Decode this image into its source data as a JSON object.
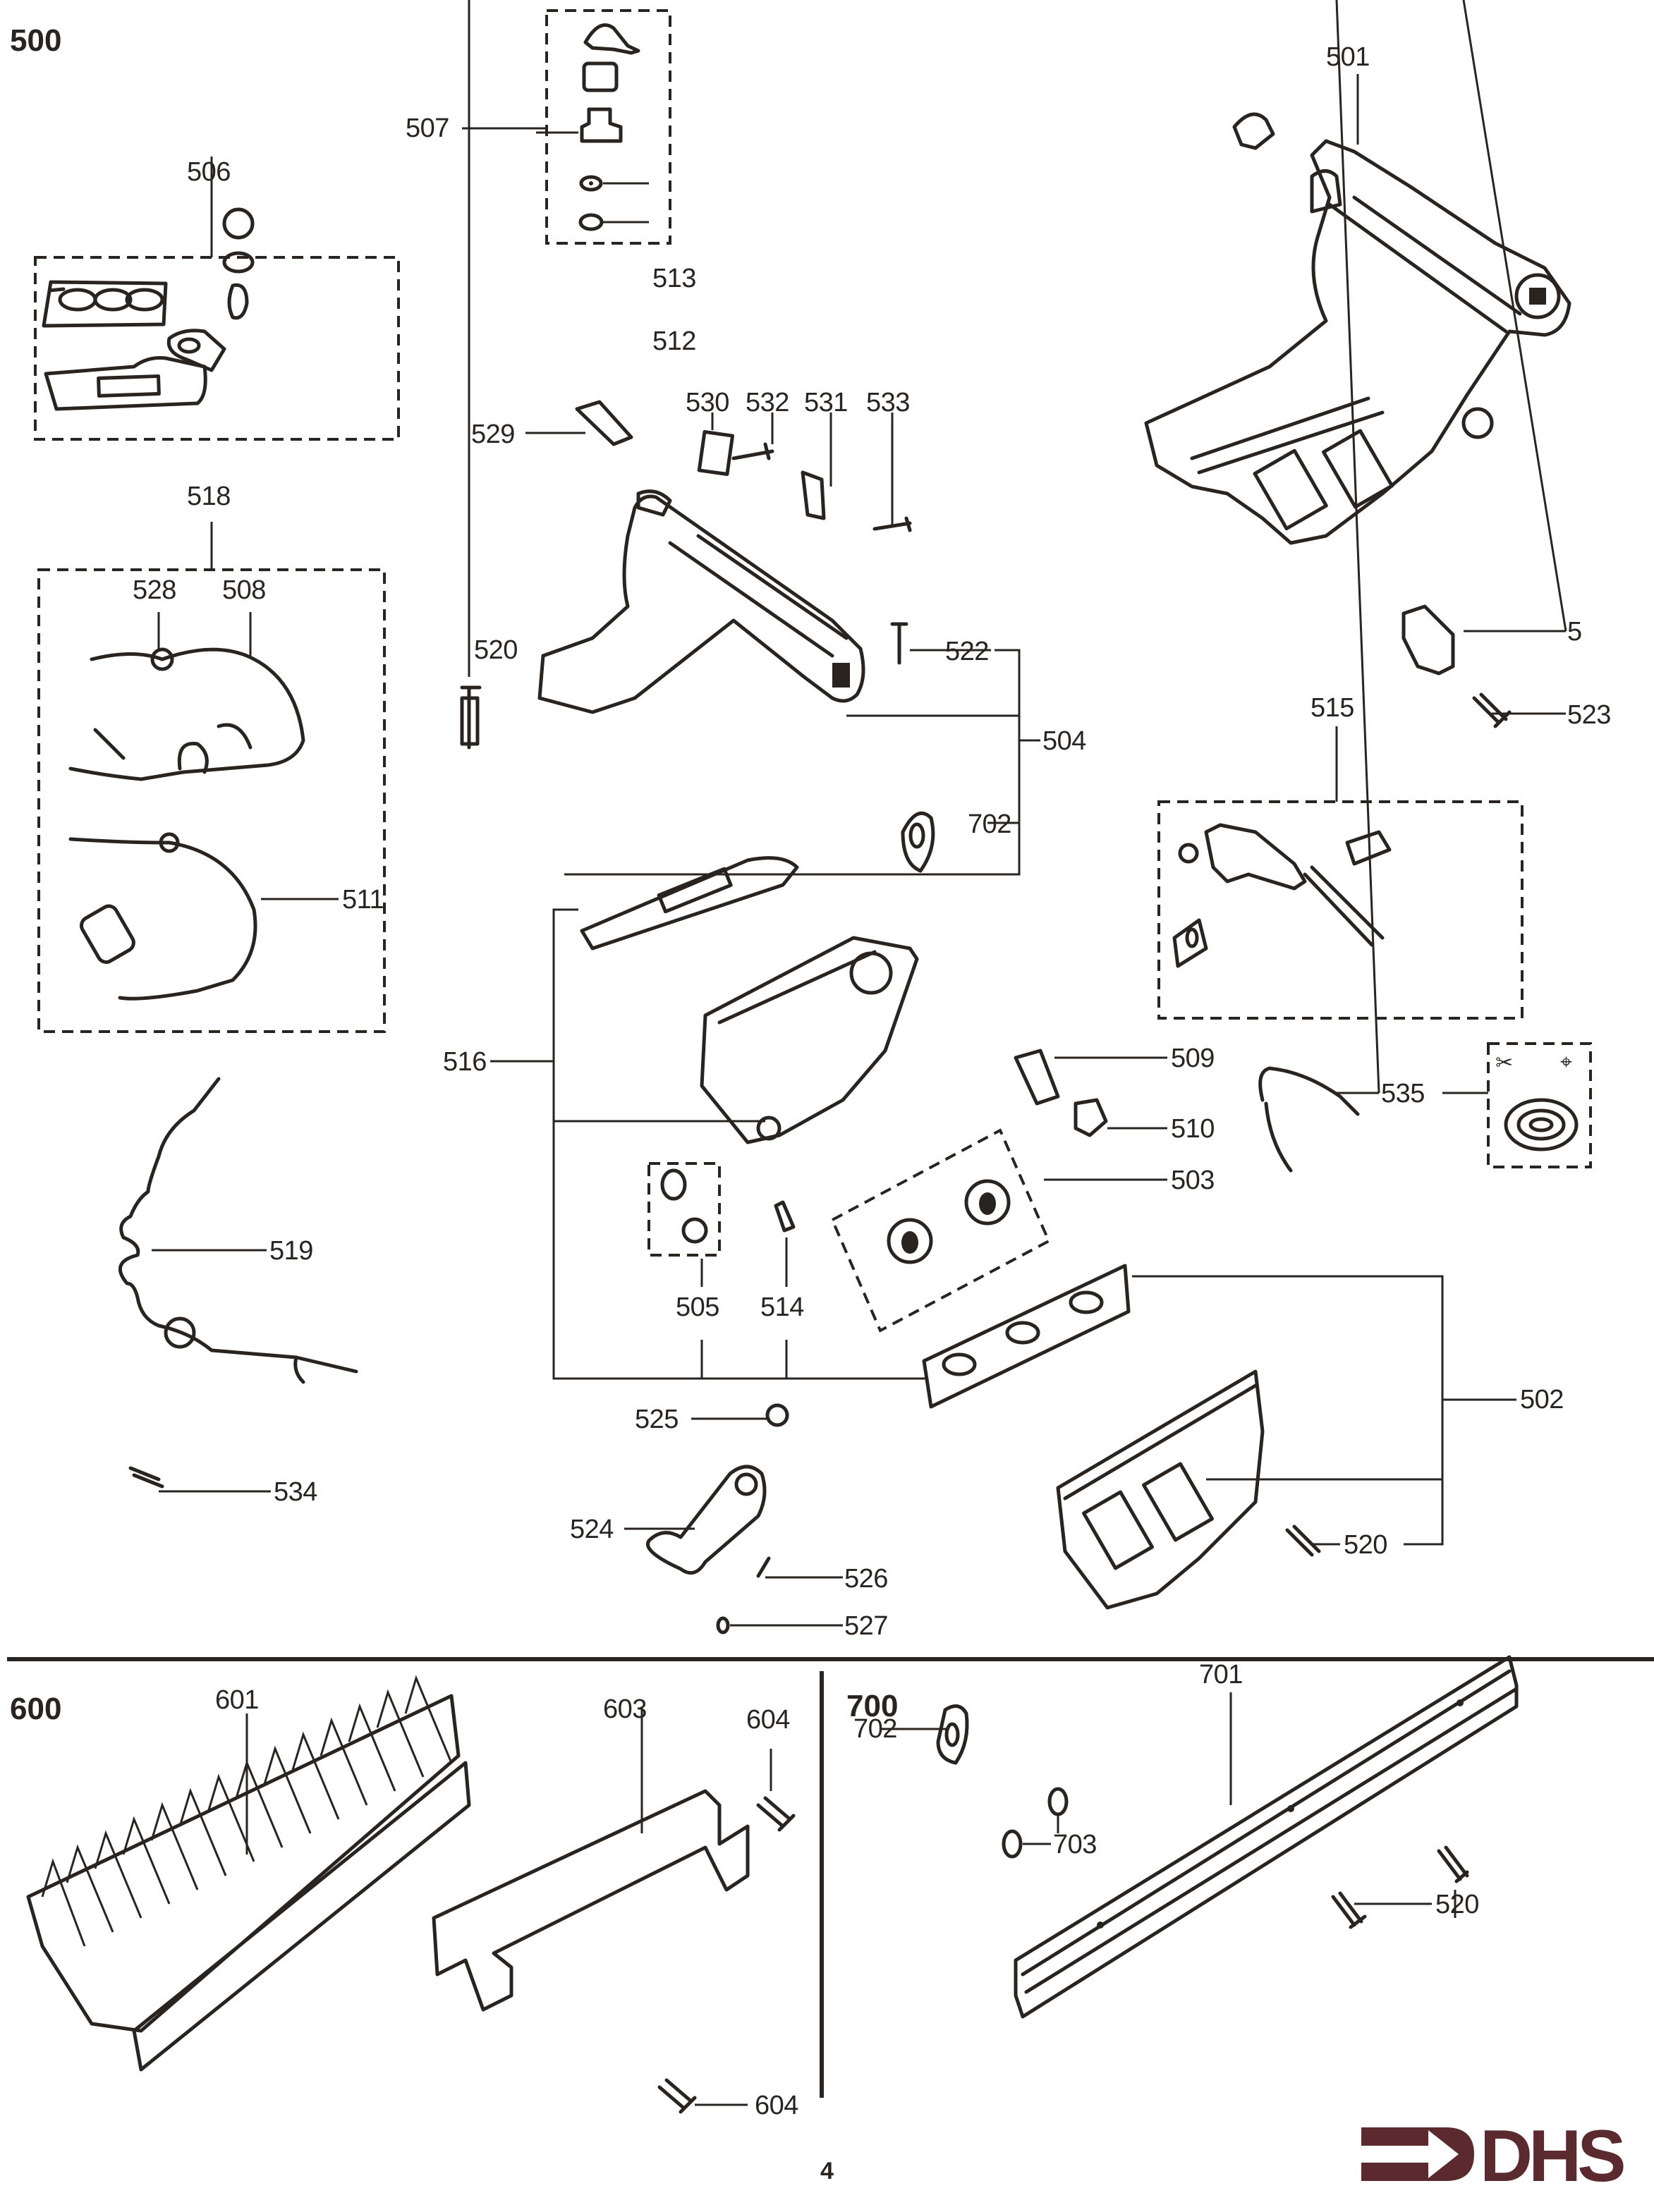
{
  "document": {
    "type": "exploded parts diagram",
    "page_number": "4",
    "brand": {
      "logo_text": "DHS",
      "logo_icon": "arrow-right-logo-icon",
      "color": "#5a2a2e"
    }
  },
  "sections": [
    {
      "id": "500",
      "title": "500"
    },
    {
      "id": "600",
      "title": "600"
    },
    {
      "id": "700",
      "title": "700"
    }
  ],
  "callouts": {
    "c501": "501",
    "c502": "502",
    "c503": "503",
    "c504": "504",
    "c505": "505",
    "c506": "506",
    "c507": "507",
    "c508": "508",
    "c509": "509",
    "c510": "510",
    "c511": "511",
    "c512": "512",
    "c513": "513",
    "c514": "514",
    "c515": "515",
    "c516": "516",
    "c518": "518",
    "c519": "519",
    "c520a": "520",
    "c520b": "520",
    "c520c": "520",
    "c522": "522",
    "c523": "523",
    "c524": "524",
    "c525": "525",
    "c526": "526",
    "c527": "527",
    "c528": "528",
    "c529": "529",
    "c530": "530",
    "c531": "531",
    "c532": "532",
    "c533": "533",
    "c534": "534",
    "c535": "535",
    "c5": "5",
    "c601": "601",
    "c603": "603",
    "c604a": "604",
    "c604b": "604",
    "c701": "701",
    "c702a": "702",
    "c702b": "702",
    "c703": "703"
  },
  "icons": {
    "scissors": "scissors-icon",
    "cut_mark": "crosshair-icon"
  }
}
